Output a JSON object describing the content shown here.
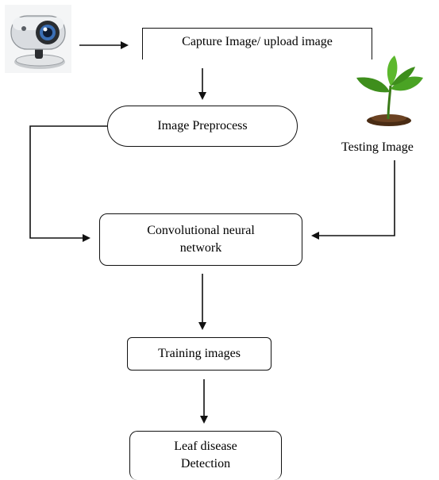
{
  "nodes": {
    "capture": "Capture Image/ upload image",
    "preprocess": "Image Preprocess",
    "cnn": "Convolutional neural network",
    "training": "Training images",
    "leaf_disease": "Leaf disease Detection",
    "testing_label": "Testing Image"
  },
  "icons": {
    "webcam": "webcam-icon",
    "plant": "plant-sprout-icon"
  },
  "colors": {
    "stroke": "#111111",
    "plant_leaf": "#3e8e1c",
    "plant_soil": "#4a2c14",
    "webcam_body": "#d9dce0"
  }
}
